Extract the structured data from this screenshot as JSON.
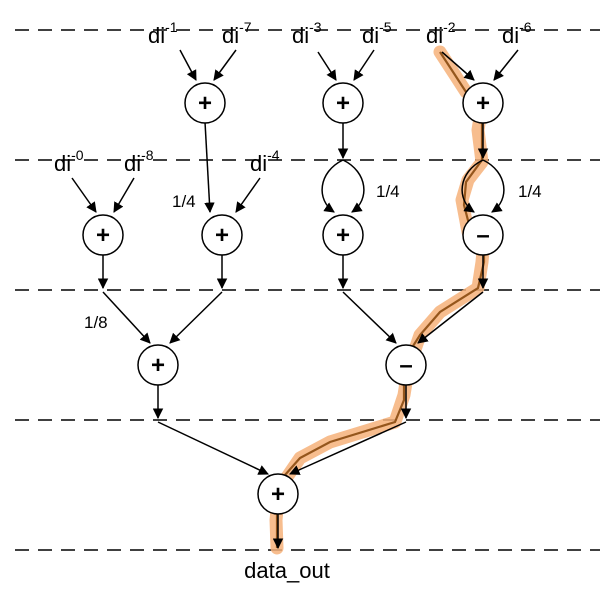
{
  "inputs": {
    "di1": {
      "base": "di",
      "exp": "-1"
    },
    "di7": {
      "base": "di",
      "exp": "-7"
    },
    "di3": {
      "base": "di",
      "exp": "-3"
    },
    "di5": {
      "base": "di",
      "exp": "-5"
    },
    "di2": {
      "base": "di",
      "exp": "-2"
    },
    "di6": {
      "base": "di",
      "exp": "-6"
    },
    "di0": {
      "base": "di",
      "exp": "-0"
    },
    "di8": {
      "base": "di",
      "exp": "-8"
    },
    "di4": {
      "base": "di",
      "exp": "-4"
    }
  },
  "ops": {
    "add": "+",
    "sub": "–"
  },
  "scales": {
    "quarter_a": "1/4",
    "quarter_b": "1/4",
    "quarter_c": "1/4",
    "eighth": "1/8"
  },
  "output_label": "data_out",
  "highlight_color": "#f6b27a"
}
